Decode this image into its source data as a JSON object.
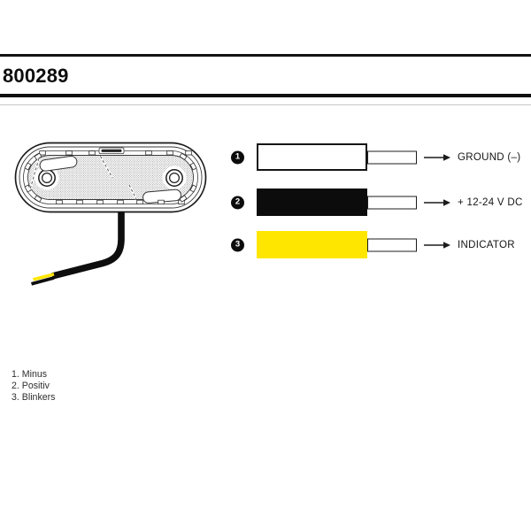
{
  "header": {
    "product_number": "800289"
  },
  "wires": [
    {
      "number": "1",
      "color_name": "white",
      "color": "#ffffff",
      "label": "GROUND (–)"
    },
    {
      "number": "2",
      "color_name": "black",
      "color": "#0c0c0c",
      "label": "+ 12-24 V DC"
    },
    {
      "number": "3",
      "color_name": "yellow",
      "color": "#ffe600",
      "label": "INDICATOR"
    }
  ],
  "legend": {
    "items": [
      "1. Minus",
      "2. Positiv",
      "3. Blinkers"
    ]
  },
  "colors": {
    "line": "#141414",
    "faint_rule": "#c6c6c6",
    "cable": "#0e0e0e",
    "indicator_yellow": "#ffe600"
  }
}
